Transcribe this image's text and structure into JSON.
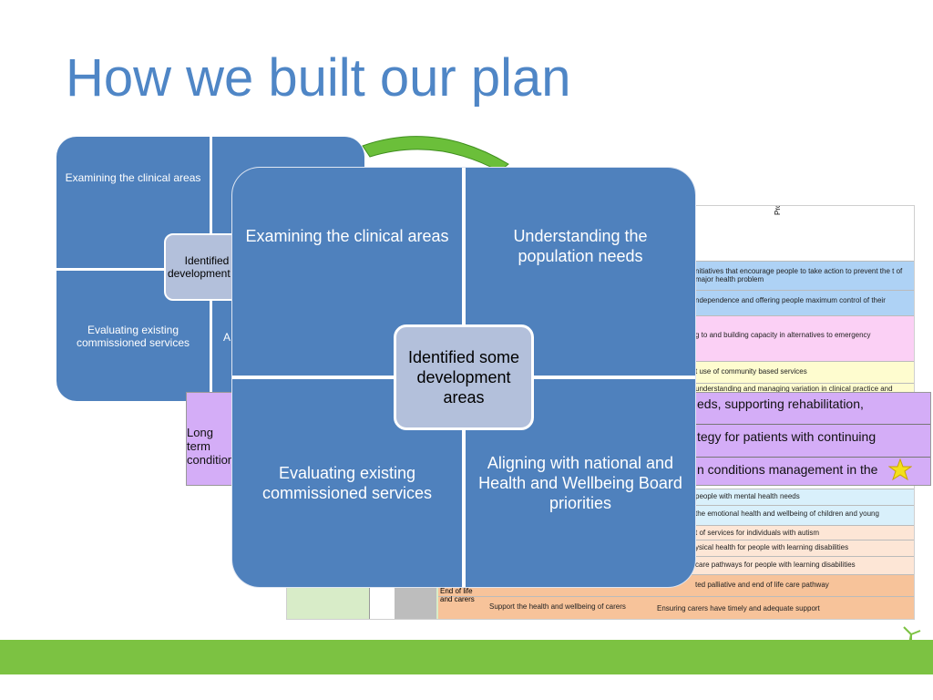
{
  "slide": {
    "title": "How we built our plan"
  },
  "diagram": {
    "top_left": "Examining the clinical areas",
    "top_right": "Understanding the population needs",
    "bottom_left": "Evaluating existing commissioned services",
    "bottom_right": "Aligning with national and Health and Wellbeing Board priorities",
    "center": "Identified some development areas"
  },
  "back_diagram": {
    "top_left": "Examining the clinical areas",
    "bottom_left": "Evaluating existing commissioned services",
    "center_visible": "Identified so development areas",
    "bottom_right_visible": "A"
  },
  "table": {
    "header": "Programme",
    "rows": [
      "nitiatives that encourage people to take action to prevent the t of major health problem",
      "ndependence and offering people maximum control of their",
      "g to and building capacity in alternatives to emergency",
      "t use of community based services",
      "understanding and managing variation in clinical practice and",
      "people with mental health needs",
      "the emotional health and wellbeing of children and young",
      "t of services for individuals with autism",
      "ysical health for people with learning disabilities",
      "care pathways for people with learning disabilities",
      "ted palliative and end of life care pathway",
      "Ensuring carers have timely and adequate support"
    ],
    "lower_left_labels": [
      "End of life and carers",
      "Support the health and wellbeing of carers"
    ],
    "long_term_label": "Long term conditions",
    "long_term_lines": [
      "eds, supporting rehabilitation,",
      "tegy for patients with continuing",
      "n conditions management in the"
    ]
  },
  "colors": {
    "title": "#4f86c6",
    "quadrant": "#4f81bd",
    "center": "#b3c0db",
    "green": "#7cc242",
    "purple": "#d4adf7"
  }
}
